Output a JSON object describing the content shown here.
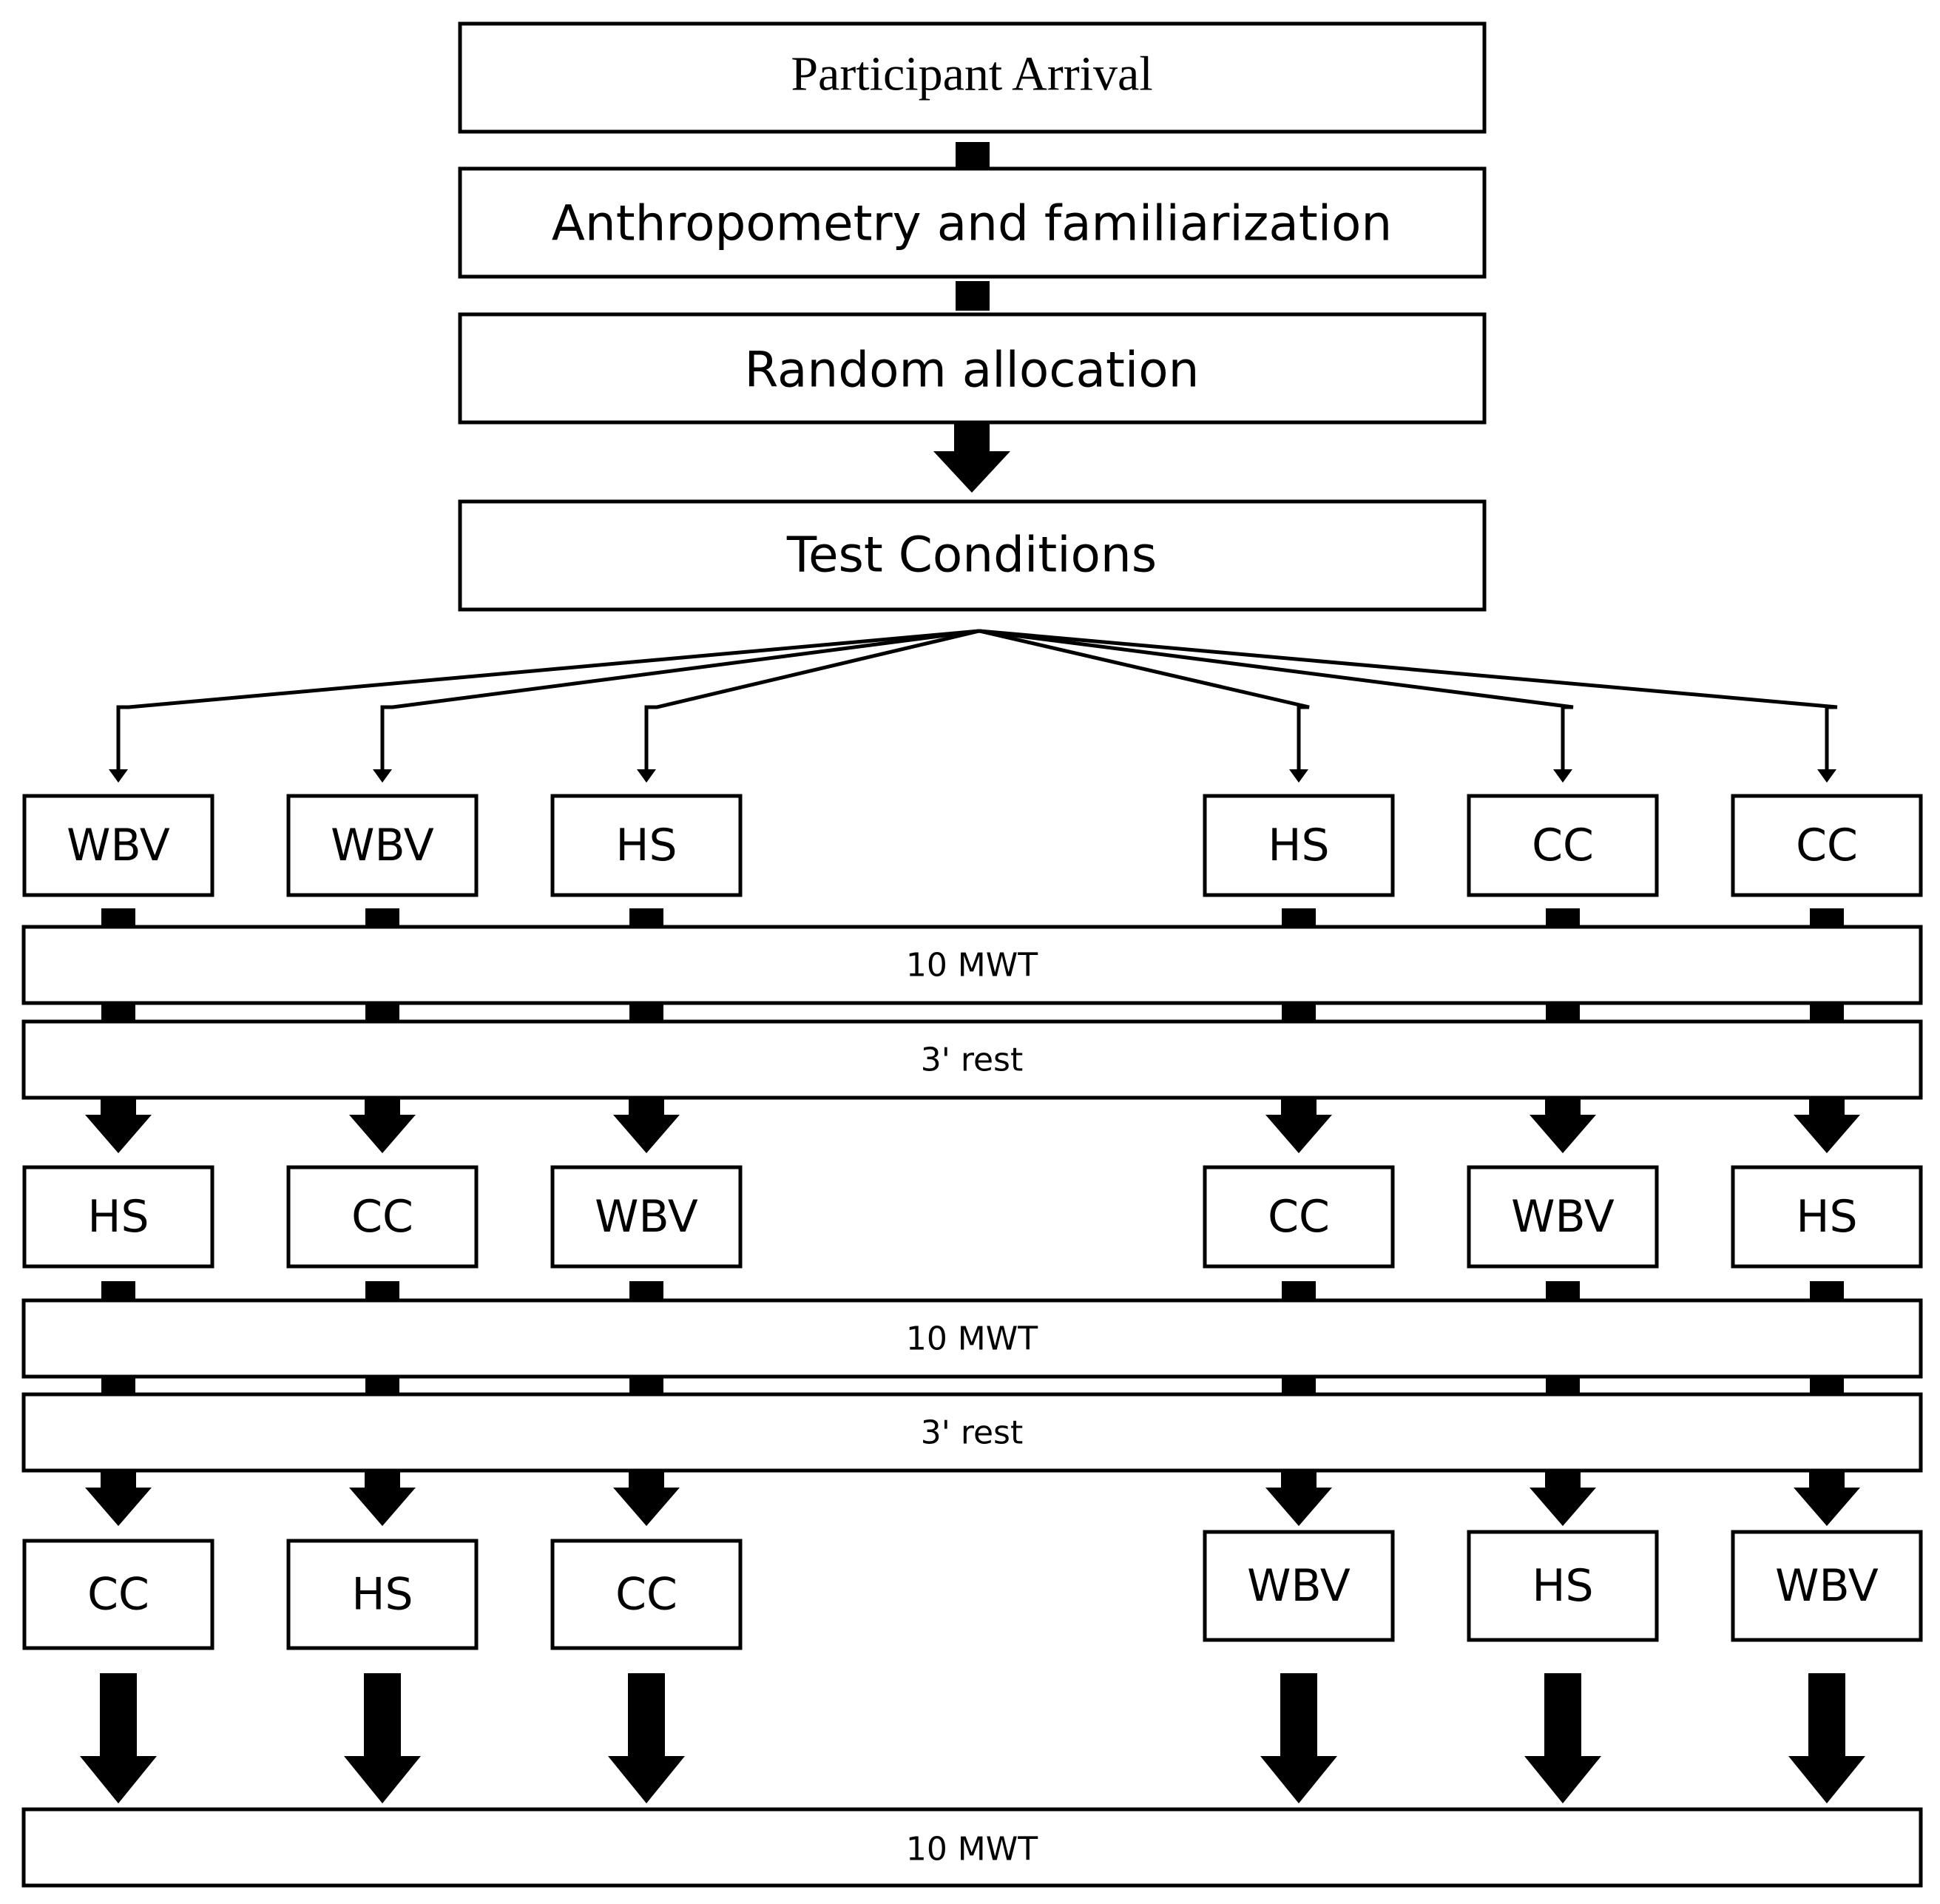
{
  "header": {
    "arrival": "Participant Arrival",
    "anthropometry": "Anthropometry and familiarization",
    "allocation": "Random allocation",
    "test_conditions": "Test Conditions"
  },
  "sequences": [
    [
      "WBV",
      "HS",
      "CC"
    ],
    [
      "WBV",
      "CC",
      "HS"
    ],
    [
      "HS",
      "WBV",
      "CC"
    ],
    [
      "HS",
      "CC",
      "WBV"
    ],
    [
      "CC",
      "WBV",
      "HS"
    ],
    [
      "CC",
      "HS",
      "WBV"
    ]
  ],
  "bars": {
    "mwt_1": "10 MWT",
    "rest_1": "3' rest",
    "mwt_2": "10 MWT",
    "rest_2": "3' rest",
    "mwt_final": "10 MWT"
  }
}
